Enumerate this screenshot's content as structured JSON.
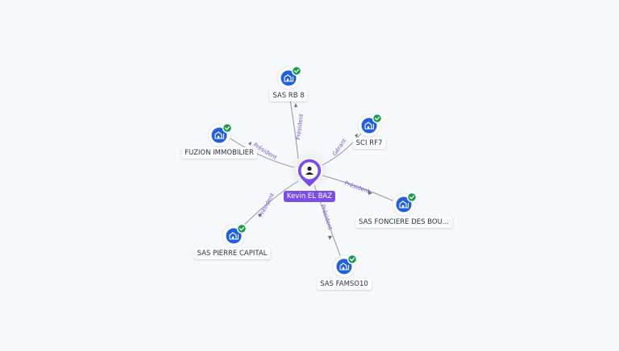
{
  "center": {
    "name": "Kevin EL BAZ",
    "icon": "person-icon"
  },
  "companies": [
    {
      "id": "sas-rb-8",
      "name": "SAS RB 8",
      "relation": "Président",
      "icon": "building-icon",
      "verified": true
    },
    {
      "id": "sci-rf7",
      "name": "SCI RF7",
      "relation": "Gérant",
      "icon": "building-icon",
      "verified": true
    },
    {
      "id": "fuzion-immobilier",
      "name": "FUZION IMMOBILIER",
      "relation": "Président",
      "icon": "building-icon",
      "verified": true
    },
    {
      "id": "sas-fonciere-des-bou",
      "name": "SAS FONCIERE DES BOU...",
      "relation": "Président",
      "icon": "building-icon",
      "verified": true
    },
    {
      "id": "sas-pierre-capital",
      "name": "SAS PIERRE CAPITAL",
      "relation": "Président",
      "icon": "building-icon",
      "verified": true
    },
    {
      "id": "sas-famso10",
      "name": "SAS FAMSO10",
      "relation": "Président",
      "icon": "building-icon",
      "verified": true
    }
  ],
  "colors": {
    "center_accent": "#7a4fe6",
    "company_icon": "#1f5fe0",
    "verified_badge": "#1a9b4f",
    "edge": "#8e92a6",
    "edge_label": "#6b58d6"
  }
}
